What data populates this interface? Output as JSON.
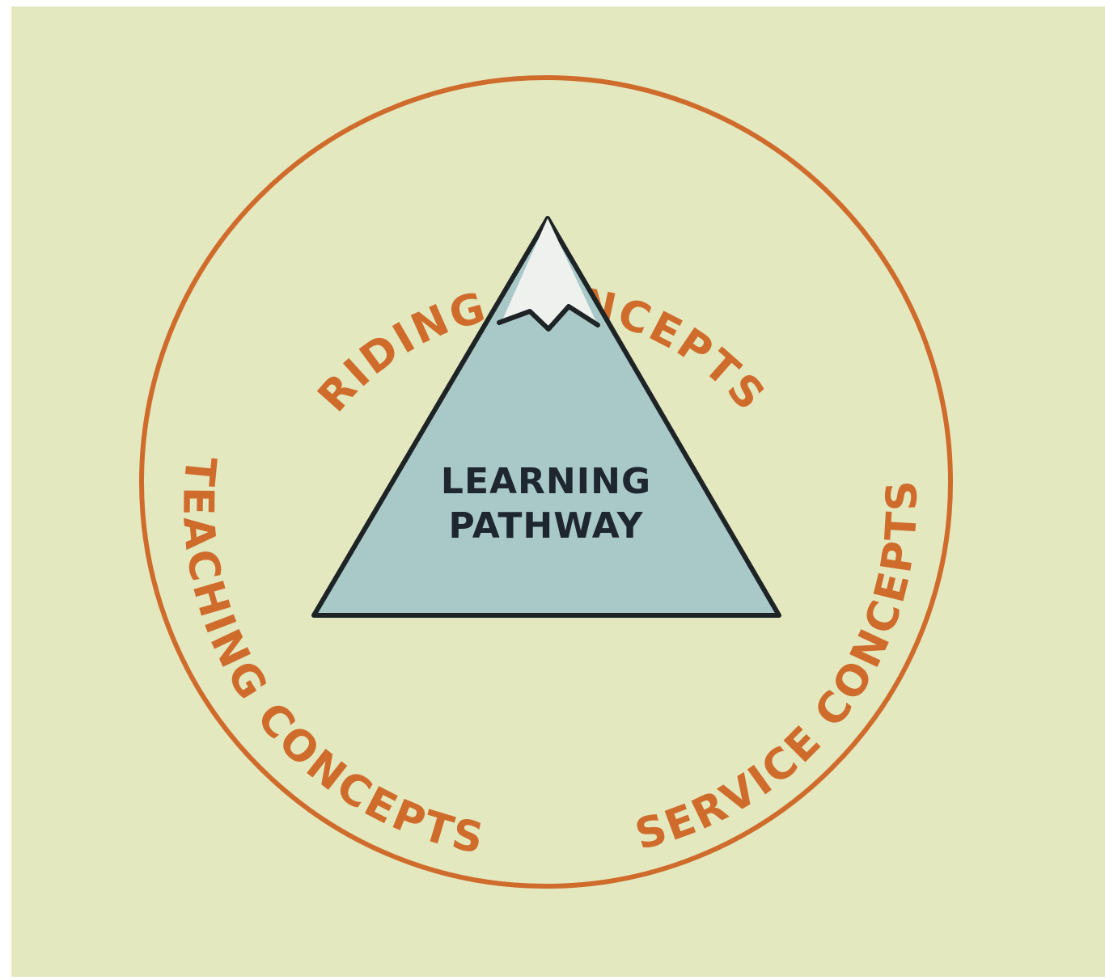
{
  "colors": {
    "page_background": "#ffffff",
    "panel_background": "#e4e8bf",
    "ring": "#cf6c2c",
    "ring_text": "#cf6c2c",
    "mountain_fill": "#a8c9c8",
    "snow_fill": "#eef1ee",
    "outline": "#1e2326",
    "center_text": "#1e2630"
  },
  "diagram": {
    "ring_labels": {
      "top": "RIDING CONCEPTS",
      "left": "TEACHING CONCEPTS",
      "right": "SERVICE CONCEPTS"
    },
    "center_label": {
      "line1": "LEARNING",
      "line2": "PATHWAY"
    },
    "icons": {
      "mountain": "mountain-icon",
      "snow_cap": "snow-cap-icon"
    }
  }
}
